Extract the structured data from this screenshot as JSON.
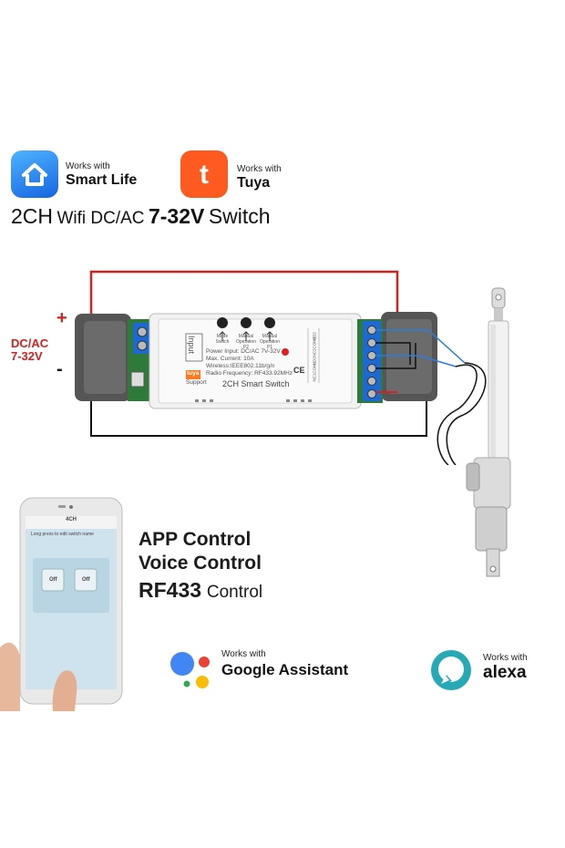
{
  "badges": {
    "smart_life": {
      "works_with": "Works with",
      "name": "Smart Life"
    },
    "tuya": {
      "works_with": "Works with",
      "name": "Tuya"
    },
    "google": {
      "works_with": "Works with",
      "name": "Google Assistant"
    },
    "alexa": {
      "works_with": "Works with",
      "name": "alexa"
    }
  },
  "title": {
    "part1": "2CH",
    "part2": "Wifi DC/AC",
    "part3": "7-32V",
    "part4": "Switch"
  },
  "power_label": {
    "plus": "+",
    "minus": "-",
    "line1": "DC/AC",
    "line2": "7-32V"
  },
  "device": {
    "name": "2CH Smart Switch",
    "input_label": "Input",
    "tuya_label": "tuya",
    "support_label": "Support",
    "spec_lines": [
      "Power Input: DC/AC 7V-32V",
      "Max. Current: 10A",
      "Wireless:IEEE802.11b/g/n",
      "Radio Frequency:   RF433.92MHz"
    ],
    "ce_mark": "CE",
    "buttons": [
      "Mode Switch",
      "Manual Operation P2",
      "Manual Operation P1"
    ],
    "terminal_labels": [
      "NO2",
      "COM2",
      "NC2",
      "NO1",
      "COM1",
      "NC1"
    ]
  },
  "features": {
    "app": "APP Control",
    "voice": "Voice Control",
    "rf_bold": "RF433",
    "rf_rest": "Control"
  },
  "phone": {
    "screen_title": "4CH",
    "hint": "Long press to edit switch name",
    "off1": "Off",
    "off2": "Off"
  },
  "colors": {
    "smart_life_blue": "#1e88e5",
    "tuya_orange": "#ff5a1f",
    "wire_red": "#d32020",
    "alexa_teal": "#26a9b5"
  }
}
